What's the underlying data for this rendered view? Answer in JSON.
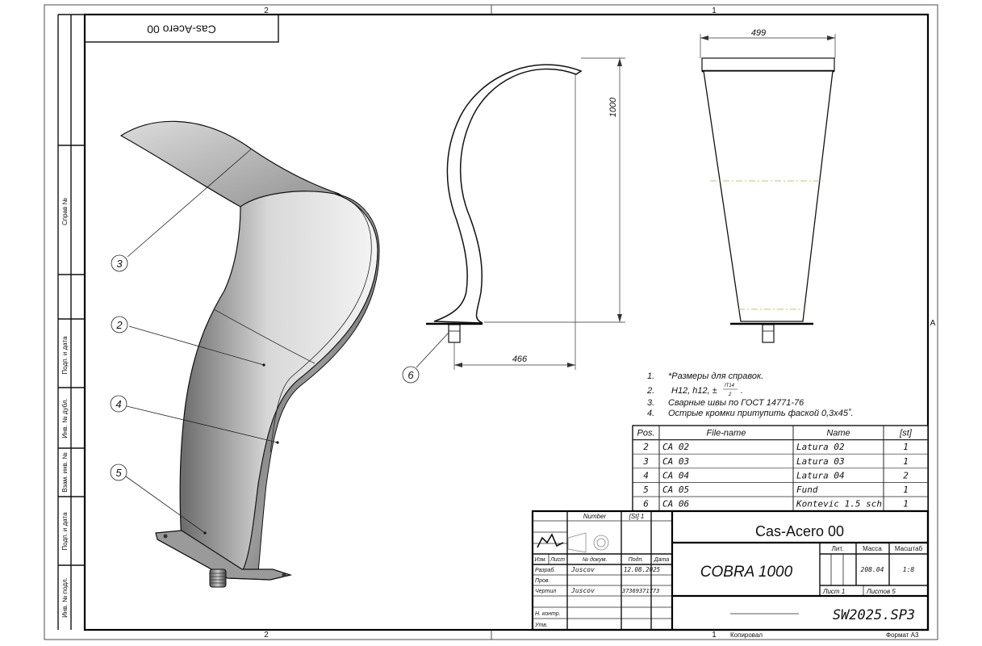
{
  "drawing": {
    "zone_top_left": "2",
    "zone_top_right": "1",
    "zone_bottom_left": "2",
    "zone_bottom_right": "1",
    "zone_right": "A",
    "mirrored_title": "Cas-Acero 00",
    "side_labels": [
      "Справ №",
      "Подп. и дата",
      "Инв. № дубл.",
      "Взам. инв. №",
      "Подп. и дата",
      "Инв. № подл."
    ]
  },
  "views": {
    "balloons": [
      "3",
      "2",
      "4",
      "5",
      "6"
    ],
    "dim_height": "1000",
    "dim_width_top": "499",
    "dim_depth": "466"
  },
  "notes": [
    {
      "num": "1.",
      "text": "*Размеры для справок."
    },
    {
      "num": "2.",
      "text": "H12, h12, ±",
      "frac_top": "IT14",
      "frac_bottom": "2",
      "suffix": "."
    },
    {
      "num": "3.",
      "text": "Сварные швы по ГОСТ 14771-76"
    },
    {
      "num": "4.",
      "text": "Острые кромки притупить фаской 0,3x45˚."
    }
  ],
  "parts_table": {
    "headers": [
      "Pos.",
      "File-name",
      "Name",
      "[st]"
    ],
    "rows": [
      [
        "2",
        "CA 02",
        "Latura 02",
        "1"
      ],
      [
        "3",
        "CA 03",
        "Latura 03",
        "1"
      ],
      [
        "4",
        "CA 04",
        "Latura 04",
        "2"
      ],
      [
        "5",
        "CA 05",
        "Fund",
        "1"
      ],
      [
        "6",
        "CA 06",
        "Kontevic 1.5 sch",
        "1"
      ]
    ]
  },
  "title_block": {
    "number_label": "Number",
    "st_label": "[St] 1",
    "doc_code": "Cas-Acero 00",
    "name": "COBRA 1000",
    "designation": "SW2025.SP3",
    "lit_label": "Лит.",
    "mass_label": "Масса",
    "scale_label": "Масштаб",
    "mass": "208.04",
    "scale": "1:8",
    "sheet": "Лист 1",
    "sheets": "Листов 5",
    "row_labels": [
      "Изм.",
      "Лист",
      "№ докум.",
      "Подп.",
      "Дата"
    ],
    "rows": [
      {
        "role": "Разраб.",
        "name": "Juscov",
        "sign": "",
        "date": "12.08.2025"
      },
      {
        "role": "Пров.",
        "name": "",
        "sign": "",
        "date": ""
      },
      {
        "role": "Чертил",
        "name": "Juscov",
        "sign": "37369371773",
        "date": ""
      },
      {
        "role": "Н. контр.",
        "name": "",
        "sign": "",
        "date": ""
      },
      {
        "role": "Утв.",
        "name": "",
        "sign": "",
        "date": ""
      }
    ],
    "copied": "Копировал",
    "format": "Формат A3"
  },
  "colors": {
    "line": "#111111",
    "shade_dark": "#5a5a5a",
    "shade_light": "#f2f2f2",
    "centerline": "#b8a85a"
  }
}
